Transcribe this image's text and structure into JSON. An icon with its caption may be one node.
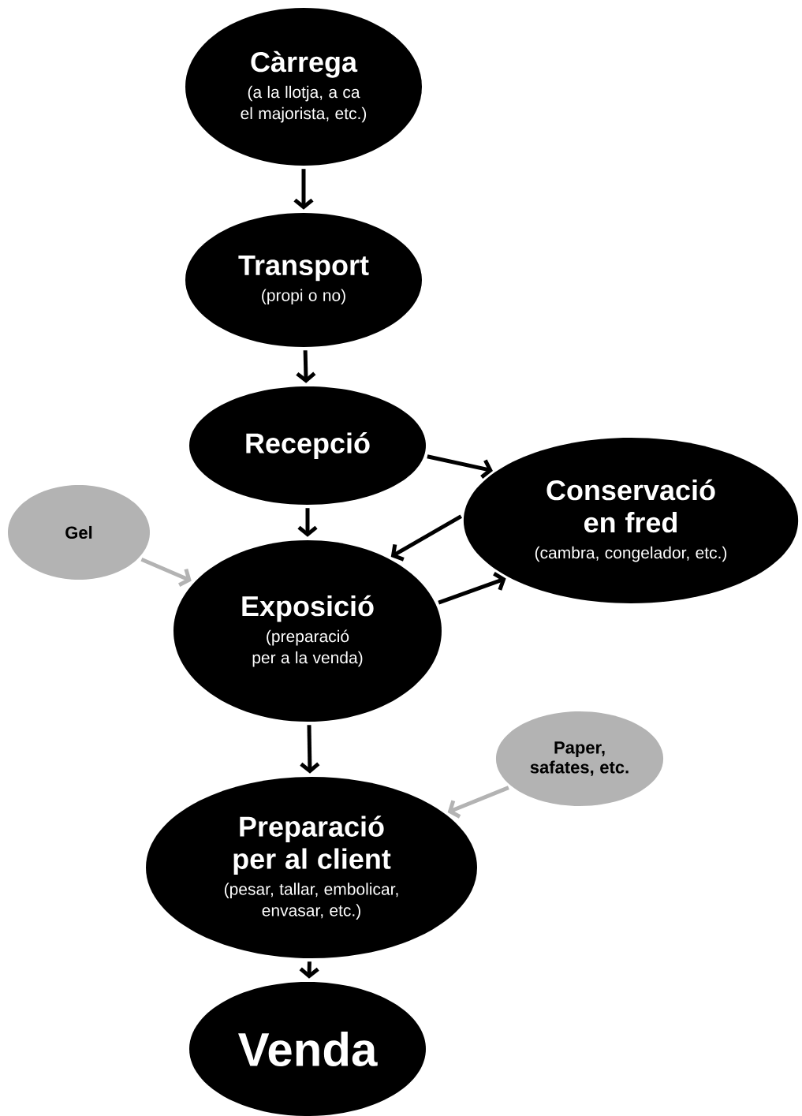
{
  "diagram": {
    "nodes": [
      {
        "text": [
          "Càrrega",
          "(a la llotja, a ca el majorista, etc.)"
        ]
      },
      {
        "text": [
          "Transport",
          "(propi o no)"
        ]
      },
      {
        "text": [
          "Recepció"
        ]
      },
      {
        "text": [
          "Conservació en fred",
          "(cambra, congelador, etc.)"
        ]
      },
      {
        "text": [
          "Gel"
        ]
      },
      {
        "text": [
          "Exposició",
          "(preparació per a la venda)"
        ]
      },
      {
        "text": [
          "Paper, safates, etc."
        ]
      },
      {
        "text": [
          "Preparació per al client",
          "(pesar, tallar, embolicar, envasar, etc.)"
        ]
      },
      {
        "text": [
          "Venda"
        ]
      }
    ],
    "edges": [
      {
        "from": 0,
        "to": 1,
        "arrow": "to"
      },
      {
        "from": 1,
        "to": 2,
        "arrow": "to"
      },
      {
        "from": 2,
        "to": 3,
        "arrow": "to"
      },
      {
        "from": 3,
        "to": 5,
        "arrow": "to"
      },
      {
        "from": 2,
        "to": 5,
        "arrow": "to"
      },
      {
        "from": 4,
        "to": 5,
        "arrow": "to",
        "color": "#b3b3b3"
      },
      {
        "from": 5,
        "to": 3,
        "arrow": "to"
      },
      {
        "from": 5,
        "to": 7,
        "arrow": "to"
      },
      {
        "from": 6,
        "to": 7,
        "arrow": "to",
        "color": "#b3b3b3"
      },
      {
        "from": 7,
        "to": 8,
        "arrow": "to"
      }
    ]
  }
}
